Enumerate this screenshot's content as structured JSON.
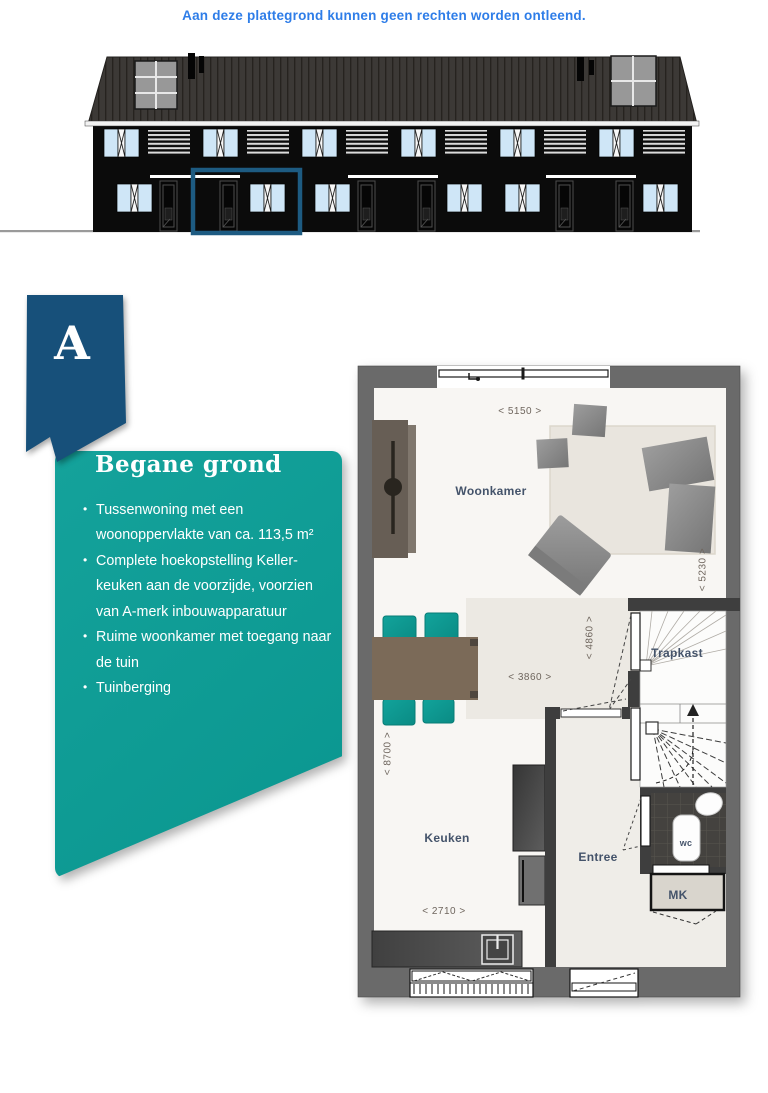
{
  "disclaimer": "Aan deze plattegrond kunnen geen rechten worden ontleend.",
  "badge": {
    "letter": "A"
  },
  "panel": {
    "title": "Begane grond",
    "bullets": [
      "Tussenwoning met een woonoppervlakte van ca. 113,5 m²",
      "Complete hoekopstelling Keller-keuken aan de voorzijde, voorzien van A-merk inbouwapparatuur",
      "Ruime woonkamer met toegang naar de tuin",
      "Tuinberging"
    ]
  },
  "floorplan": {
    "rooms": {
      "living": "Woonkamer",
      "kitchen": "Keuken",
      "hall": "Entree",
      "stair_closet": "Trapkast",
      "toilet": "wc",
      "meter_closet": "MK"
    },
    "dimensions": {
      "top_width": "< 5150 >",
      "right_height": "< 5230 >",
      "hall_height": "< 4860 >",
      "hall_width": "< 3860 >",
      "left_height": "< 8700 >",
      "kitchen_width": "< 2710 >"
    }
  },
  "colors": {
    "accent_teal": "#0E9C95",
    "badge_navy": "#17507A",
    "disclaimer_blue": "#2E7DE8",
    "highlight_stroke": "#1D5B82",
    "chair_teal": "#0FA099"
  }
}
